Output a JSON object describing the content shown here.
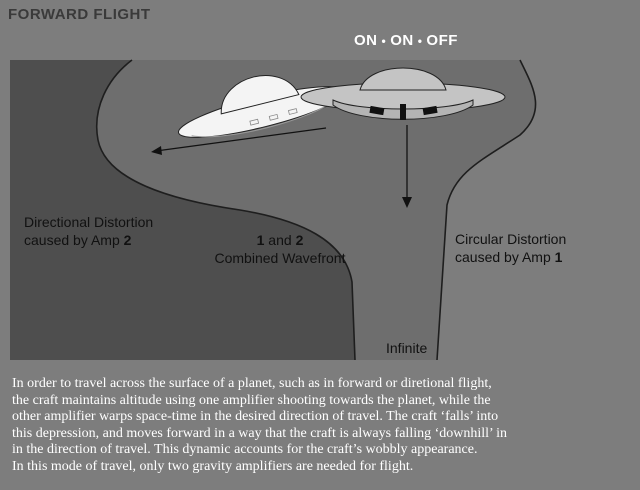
{
  "title": "FORWARD FLIGHT",
  "amp_states": [
    "ON",
    "ON",
    "OFF"
  ],
  "labels": {
    "directional_line1": "Directional Distortion",
    "directional_line2_prefix": "caused by Amp ",
    "directional_amp": "2",
    "combined_num1": "1",
    "combined_and": " and ",
    "combined_num2": "2",
    "combined_line2": "Combined Wavefront",
    "circular_line1": "Circular Distortion",
    "circular_line2_prefix": "caused by Amp ",
    "circular_amp": "1",
    "infinite": "Infinite"
  },
  "caption": [
    "In order to travel across the surface of a planet, such as in forward or diretional flight,",
    "the craft maintains altitude using one amplifier shooting towards the planet, while the",
    "other amplifier warps space-time in the desired direction of travel.   The craft ‘falls’ into",
    "this depression, and moves forward in a way that the craft is always falling ‘downhill’ in",
    "in the direction of travel.   This dynamic accounts for the craft’s wobbly appearance.",
    "In this mode of travel, only two gravity amplifiers are needed for flight."
  ],
  "colors": {
    "background": "#7d7d7d",
    "left_region": "#4e4e4e",
    "middle_region": "#6e6e6e",
    "craft_white": "#f4f4f4",
    "craft_gray": "#c4c4c4"
  }
}
